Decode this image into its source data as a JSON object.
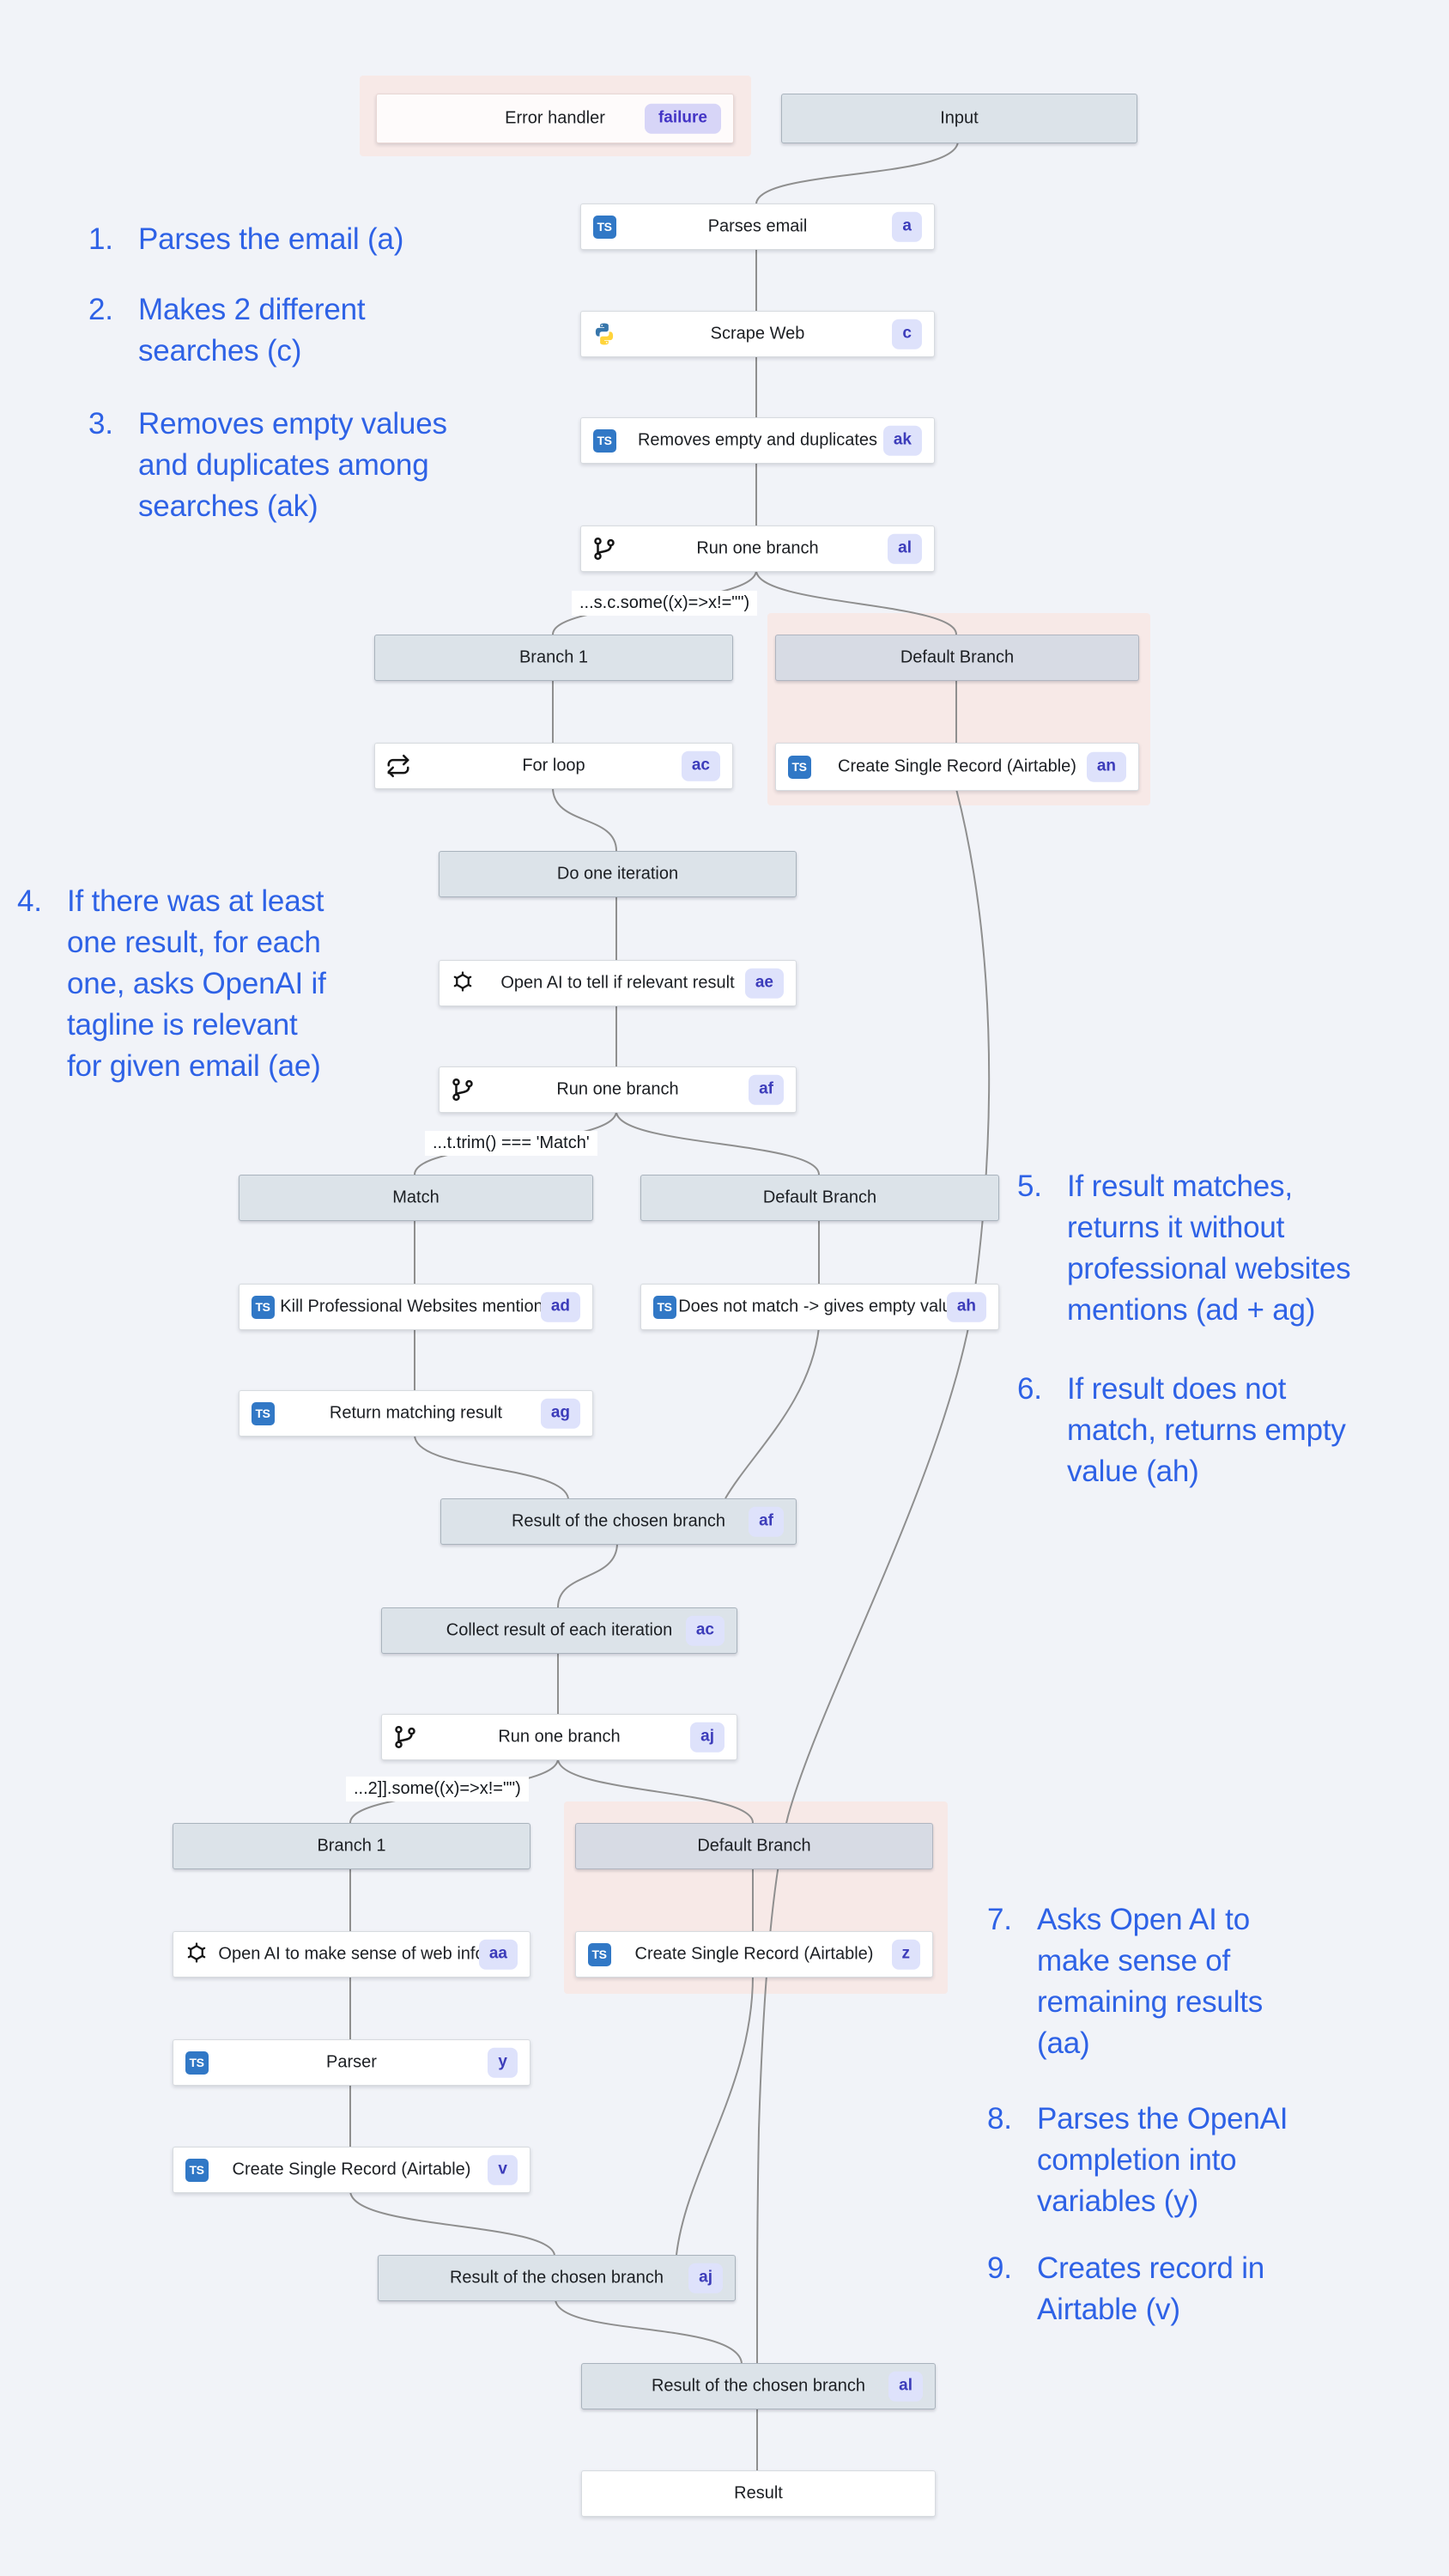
{
  "canvas": {
    "background": "#f1f3f8"
  },
  "colors": {
    "edge": "#8f8f8f",
    "node_bg": "#ffffff",
    "header_bg": "#dce3e9",
    "header_default_bg": "#d7dbe4",
    "halo_pink": "#f7e9e7",
    "badge_bg": "#dee2fb",
    "badge_text": "#3c3cba",
    "failure_badge_bg": "#d7d5f7",
    "failure_badge_text": "#4334c5",
    "annotation_blue": "#2e62e6",
    "ts_icon_blue": "#3178c6"
  },
  "nodes": [
    {
      "id": "input",
      "kind": "header",
      "label": "Input"
    },
    {
      "id": "parses-email",
      "kind": "action",
      "icon": "typescript",
      "label": "Parses email",
      "badge": "a"
    },
    {
      "id": "scrape-web",
      "kind": "action",
      "icon": "python",
      "label": "Scrape Web",
      "badge": "c"
    },
    {
      "id": "removes-empty",
      "kind": "action",
      "icon": "typescript",
      "label": "Removes empty and duplicates",
      "badge": "ak"
    },
    {
      "id": "run-one-branch-al",
      "kind": "action",
      "icon": "branch",
      "label": "Run one branch",
      "badge": "al"
    },
    {
      "id": "branch1-top",
      "kind": "header",
      "label": "Branch 1"
    },
    {
      "id": "default-branch-top",
      "kind": "header-default",
      "label": "Default Branch"
    },
    {
      "id": "for-loop",
      "kind": "action",
      "icon": "loop",
      "label": "For loop",
      "badge": "ac"
    },
    {
      "id": "create-record-an",
      "kind": "action",
      "icon": "typescript",
      "label": "Create Single Record (Airtable)",
      "badge": "an"
    },
    {
      "id": "do-one-iteration",
      "kind": "header",
      "label": "Do one iteration"
    },
    {
      "id": "openai-ae",
      "kind": "action",
      "icon": "openai",
      "label": "Open AI to tell if relevant result",
      "badge": "ae"
    },
    {
      "id": "run-one-branch-af",
      "kind": "action",
      "icon": "branch",
      "label": "Run one branch",
      "badge": "af"
    },
    {
      "id": "match-header",
      "kind": "header",
      "label": "Match"
    },
    {
      "id": "default-branch-mid",
      "kind": "header",
      "label": "Default Branch"
    },
    {
      "id": "kill-mentions-ad",
      "kind": "action",
      "icon": "typescript",
      "label": "Kill Professional Websites mentions",
      "badge": "ad"
    },
    {
      "id": "does-not-match-ah",
      "kind": "action",
      "icon": "typescript",
      "label": "Does not match -> gives empty value",
      "badge": "ah"
    },
    {
      "id": "return-matching-ag",
      "kind": "action",
      "icon": "typescript",
      "label": "Return matching result",
      "badge": "ag"
    },
    {
      "id": "result-chosen-af",
      "kind": "header",
      "label": "Result of the chosen branch",
      "badge": "af"
    },
    {
      "id": "collect-result-ac",
      "kind": "header",
      "label": "Collect result of each iteration",
      "badge": "ac"
    },
    {
      "id": "run-one-branch-aj",
      "kind": "action",
      "icon": "branch",
      "label": "Run one branch",
      "badge": "aj"
    },
    {
      "id": "branch1-bottom",
      "kind": "header",
      "label": "Branch 1"
    },
    {
      "id": "default-branch-bottom",
      "kind": "header-default",
      "label": "Default Branch"
    },
    {
      "id": "openai-aa",
      "kind": "action",
      "icon": "openai",
      "label": "Open AI to make sense of web info",
      "badge": "aa"
    },
    {
      "id": "create-record-z",
      "kind": "action",
      "icon": "typescript",
      "label": "Create Single Record (Airtable)",
      "badge": "z"
    },
    {
      "id": "parser-y",
      "kind": "action",
      "icon": "typescript",
      "label": "Parser",
      "badge": "y"
    },
    {
      "id": "create-record-v",
      "kind": "action",
      "icon": "typescript",
      "label": "Create Single Record (Airtable)",
      "badge": "v"
    },
    {
      "id": "result-chosen-aj",
      "kind": "header",
      "label": "Result of the chosen branch",
      "badge": "aj"
    },
    {
      "id": "result-chosen-al",
      "kind": "header",
      "label": "Result of the chosen branch",
      "badge": "al"
    },
    {
      "id": "result",
      "kind": "action-plain",
      "label": "Result"
    },
    {
      "id": "error-handler",
      "kind": "error",
      "label": "Error handler",
      "badge": "failure"
    }
  ],
  "conditions": [
    {
      "id": "cond-al",
      "text": "...s.c.some((x)=>x!=\"\")"
    },
    {
      "id": "cond-af",
      "text": "...t.trim() === 'Match'"
    },
    {
      "id": "cond-aj",
      "text": "...2]].some((x)=>x!=\"\")"
    }
  ],
  "annotations": [
    {
      "num": "1.",
      "lines": [
        "Parses the email (a)"
      ]
    },
    {
      "num": "2.",
      "lines": [
        "Makes 2 different",
        "searches (c)"
      ]
    },
    {
      "num": "3.",
      "lines": [
        "Removes empty values",
        "and duplicates among",
        "searches (ak)"
      ]
    },
    {
      "num": "4.",
      "lines": [
        "If there was at least",
        "one result, for each",
        "one, asks OpenAI if",
        "tagline is relevant",
        "for given email (ae)"
      ]
    },
    {
      "num": "5.",
      "lines": [
        "If result matches,",
        "returns it without",
        "professional websites",
        "mentions (ad + ag)"
      ]
    },
    {
      "num": "6.",
      "lines": [
        "If result does not",
        "match, returns empty",
        "value (ah)"
      ]
    },
    {
      "num": "7.",
      "lines": [
        "Asks Open AI to",
        "make sense of",
        "remaining results",
        "(aa)"
      ]
    },
    {
      "num": "8.",
      "lines": [
        "Parses the OpenAI",
        "completion into",
        "variables (y)"
      ]
    },
    {
      "num": "9.",
      "lines": [
        "Creates record in",
        "Airtable (v)"
      ]
    }
  ]
}
